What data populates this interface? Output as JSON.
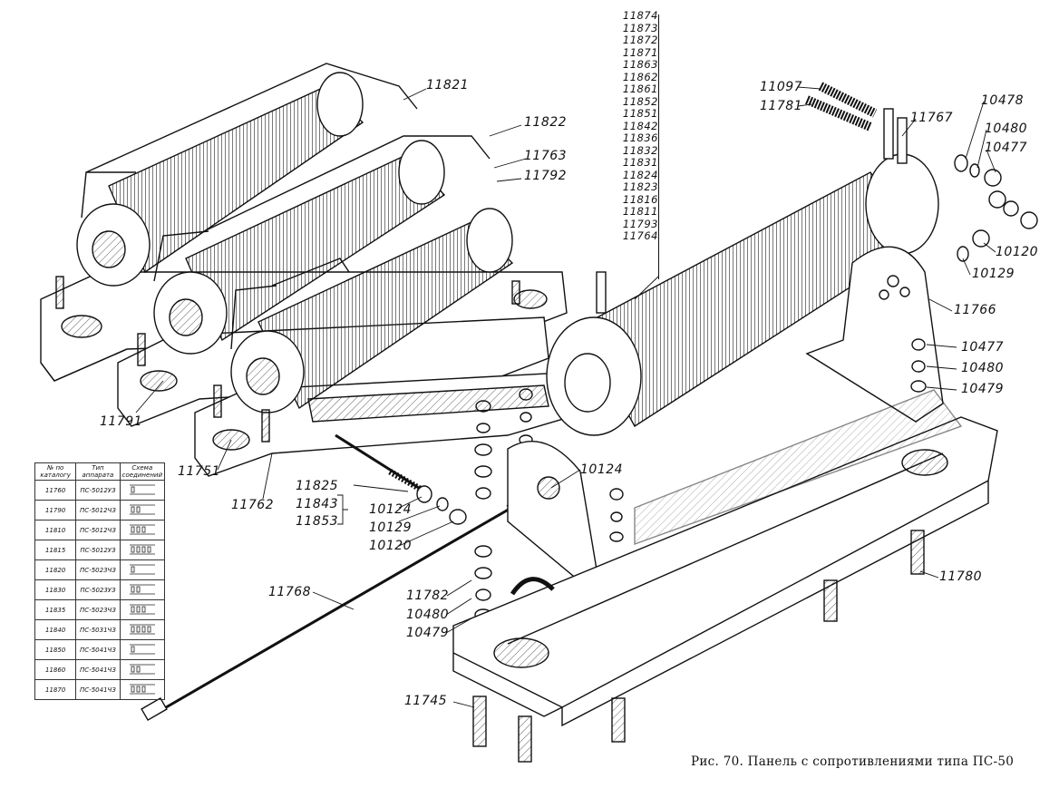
{
  "caption": "Рис. 70. Панель с сопротивлениями типа ПС-50",
  "labels": {
    "l11821": "11821",
    "l11822": "11822",
    "l11763": "11763",
    "l11792": "11792",
    "l11791": "11791",
    "l11751": "11751",
    "l11762": "11762",
    "l11825": "11825",
    "l11843": "11843",
    "l11853": "11853",
    "l10124a": "10124",
    "l10129a": "10129",
    "l10120a": "10120",
    "l10124b": "10124",
    "l11768": "11768",
    "l11782": "11782",
    "l10480a": "10480",
    "l10479a": "10479",
    "l11745": "11745",
    "l11780": "11780",
    "l11097": "11097",
    "l11781": "11781",
    "l11767": "11767",
    "l10478": "10478",
    "l10480b": "10480",
    "l10477a": "10477",
    "l10120b": "10120",
    "l10129b": "10129",
    "l11766": "11766",
    "l10477b": "10477",
    "l10480c": "10480",
    "l10479b": "10479"
  },
  "stack": [
    "11874",
    "11873",
    "11872",
    "11871",
    "11863",
    "11862",
    "11861",
    "11852",
    "11851",
    "11842",
    "11836",
    "11832",
    "11831",
    "11824",
    "11823",
    "11816",
    "11811",
    "11793",
    "11764"
  ],
  "table": {
    "headers": [
      "№ по каталогу",
      "Тип аппарата",
      "Схема соединений"
    ],
    "rows": [
      [
        "11760",
        "ПС-5012УЗ"
      ],
      [
        "11790",
        "ПС-5012ЧЗ"
      ],
      [
        "11810",
        "ПС-5012ЧЗ"
      ],
      [
        "11815",
        "ПС-5012УЗ"
      ],
      [
        "11820",
        "ПС-5023ЧЗ"
      ],
      [
        "11830",
        "ПС-5023УЗ"
      ],
      [
        "11835",
        "ПС-5023ЧЗ"
      ],
      [
        "11840",
        "ПС-5031ЧЗ"
      ],
      [
        "11850",
        "ПС-5041ЧЗ"
      ],
      [
        "11860",
        "ПС-5041ЧЗ"
      ],
      [
        "11870",
        "ПС-5041ЧЗ"
      ]
    ]
  }
}
